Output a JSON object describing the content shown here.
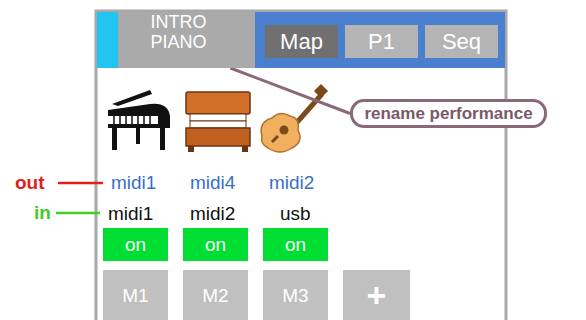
{
  "diagram": {
    "nodes": [
      {
        "text": [
          "INTRO PIANO"
        ]
      },
      {
        "text": [
          "Map"
        ]
      },
      {
        "text": [
          "P1"
        ]
      },
      {
        "text": [
          "Seq"
        ]
      },
      {
        "text": [
          "rename performance"
        ]
      },
      {
        "text": [
          "on"
        ]
      },
      {
        "text": [
          "on"
        ]
      },
      {
        "text": [
          "on"
        ]
      },
      {
        "text": [
          "M1"
        ]
      },
      {
        "text": [
          "M2"
        ]
      },
      {
        "text": [
          "M3"
        ]
      },
      {
        "text": [
          "+"
        ]
      }
    ],
    "edges": [
      {
        "from": 0,
        "to": 4,
        "arrow": "none"
      }
    ],
    "labels": [
      "midi1",
      "midi4",
      "midi2",
      "midi1",
      "midi2",
      "usb",
      "out",
      "in"
    ]
  }
}
